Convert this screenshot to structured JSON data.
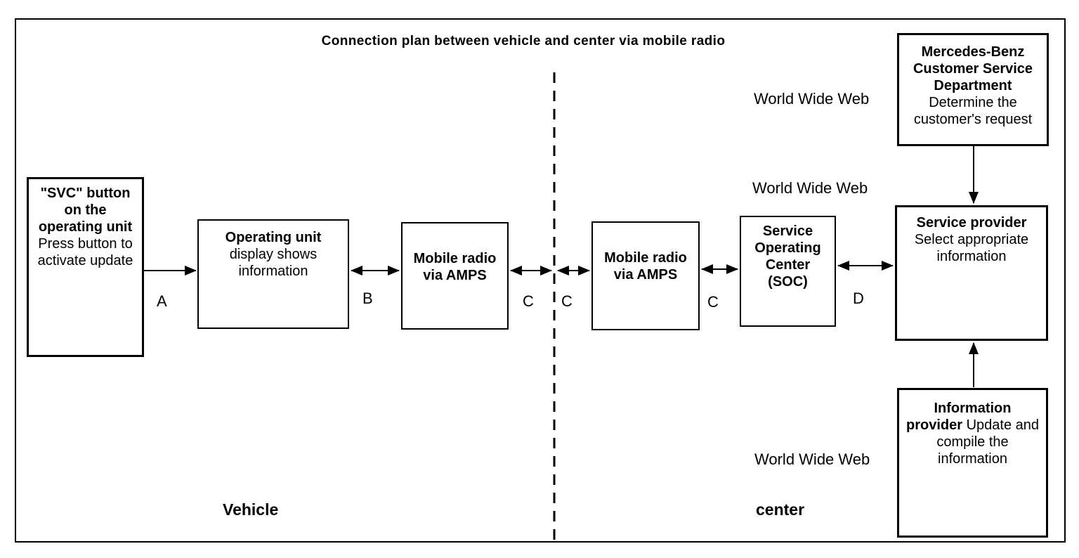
{
  "title": "Connection plan between vehicle and center via mobile radio",
  "boxes": {
    "svc_button": {
      "title_lines": [
        "\"SVC\" button",
        "on the",
        "operating unit"
      ],
      "body_lines": [
        "Press button to",
        "activate update"
      ]
    },
    "operating_unit": {
      "title_lines": [
        "Operating unit"
      ],
      "body_lines": [
        "display shows",
        "information"
      ]
    },
    "mobile_radio_vehicle": {
      "title_lines": [
        "Mobile radio",
        "via AMPS"
      ]
    },
    "mobile_radio_center": {
      "title_lines": [
        "Mobile radio",
        "via AMPS"
      ]
    },
    "soc": {
      "title_lines": [
        "Service",
        "Operating",
        "Center",
        "(SOC)"
      ]
    },
    "mercedes_csd": {
      "title_lines": [
        "Mercedes-Benz",
        "Customer Service",
        "Department"
      ],
      "body_lines": [
        "Determine the",
        "customer's request"
      ]
    },
    "service_provider": {
      "title_lines": [
        "Service provider"
      ],
      "body_lines": [
        "Select appropriate",
        "information"
      ]
    },
    "information_provider": {
      "title_line1": "Information",
      "title_line2": "provider",
      "body_inline": " Update and",
      "body_lines_rest": [
        "compile the",
        "information"
      ]
    }
  },
  "labels": {
    "www_top": "World Wide Web",
    "www_middle": "World Wide Web",
    "www_bottom": "World Wide Web",
    "vehicle_zone": "Vehicle",
    "center_zone": "center",
    "link_a": "A",
    "link_b": "B",
    "link_c_vehicle_radio": "C",
    "link_c_divider_left": "C",
    "link_c_divider_right": "C",
    "link_d": "D"
  },
  "colors": {
    "line": "#000000",
    "background": "#ffffff"
  }
}
